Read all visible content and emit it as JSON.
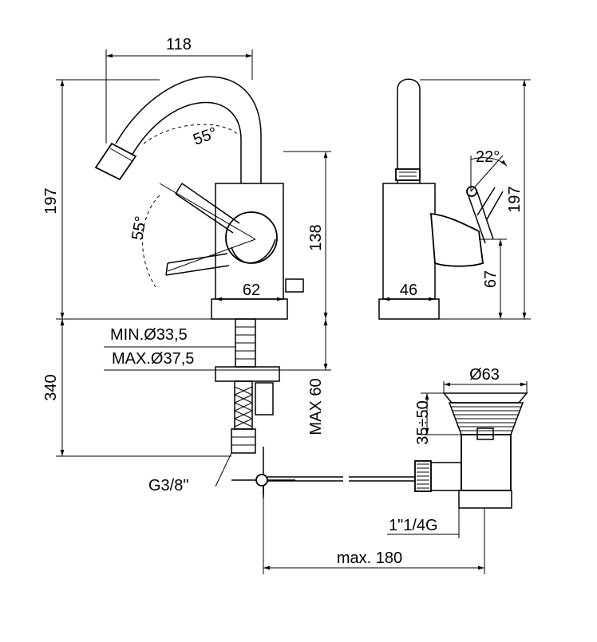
{
  "dimensions": {
    "top_width": "118",
    "left_height": "197",
    "spout_angle": "55°",
    "lever_angle": "55°",
    "body_height": "138",
    "body_width": "62",
    "side_width": "46",
    "side_angle": "22°",
    "side_height": "197",
    "lever_height": "67",
    "min_hole": "MIN.Ø33,5",
    "max_hole": "MAX.Ø37,5",
    "under_height": "340",
    "max_deck": "MAX 60",
    "thread": "G3/8\"",
    "waste_diameter": "Ø63",
    "waste_range": "35÷50",
    "waste_thread": "1\"1/4G",
    "rod_length": "max. 180"
  }
}
